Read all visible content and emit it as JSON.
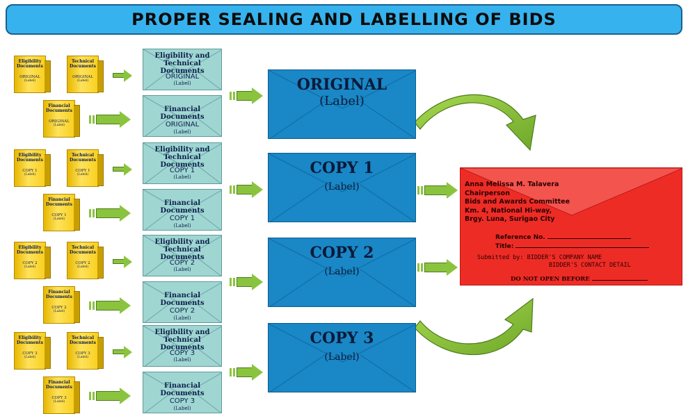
{
  "banner": {
    "title": "PROPER SEALING AND LABELLING OF BIDS"
  },
  "colors": {
    "banner": "#36b3ee",
    "folder": "#f8cf1f",
    "light_envelope": "#9fd6d2",
    "big_envelope": "#1a87c6",
    "arrow": "#8ac43e",
    "red_folder": "#ee2c26"
  },
  "groups": [
    {
      "folders": [
        {
          "title": "Eligibility Documents",
          "sub": "ORIGINAL",
          "label": "(Label)"
        },
        {
          "title": "Technical Documents",
          "sub": "ORIGINAL",
          "label": "(Label)"
        },
        {
          "title": "Financial Documents",
          "sub": "ORIGINAL",
          "label": "(Label)"
        }
      ],
      "envelopes": [
        {
          "title": "Eligibility and Technical Documents",
          "sub": "ORIGINAL",
          "label": "(Label)"
        },
        {
          "title": "Financial Documents",
          "sub": "ORIGINAL",
          "label": "(Label)"
        }
      ],
      "big": {
        "title": "ORIGINAL",
        "label": "(Label)"
      }
    },
    {
      "folders": [
        {
          "title": "Eligibility Documents",
          "sub": "COPY 1",
          "label": "(Label)"
        },
        {
          "title": "Technical Documents",
          "sub": "COPY 1",
          "label": "(Label)"
        },
        {
          "title": "Financial Documents",
          "sub": "COPY 1",
          "label": "(Label)"
        }
      ],
      "envelopes": [
        {
          "title": "Eligibility and Technical Documents",
          "sub": "COPY 1",
          "label": "(Label)"
        },
        {
          "title": "Financial Documents",
          "sub": "COPY 1",
          "label": "(Label)"
        }
      ],
      "big": {
        "title": "COPY 1",
        "label": "(Label)"
      }
    },
    {
      "folders": [
        {
          "title": "Eligibility Documents",
          "sub": "COPY 2",
          "label": "(Label)"
        },
        {
          "title": "Technical Documents",
          "sub": "COPY 2",
          "label": "(Label)"
        },
        {
          "title": "Financial Documents",
          "sub": "COPY 2",
          "label": "(Label)"
        }
      ],
      "envelopes": [
        {
          "title": "Eligibility and Technical Documents",
          "sub": "COPY 2",
          "label": "(Label)"
        },
        {
          "title": "Financial Documents",
          "sub": "COPY 2",
          "label": "(Label)"
        }
      ],
      "big": {
        "title": "COPY 2",
        "label": "(Label)"
      }
    },
    {
      "folders": [
        {
          "title": "Eligibility Documents",
          "sub": "COPY 3",
          "label": "(Label)"
        },
        {
          "title": "Technical Documents",
          "sub": "COPY 3",
          "label": "(Label)"
        },
        {
          "title": "Financial Documents",
          "sub": "COPY 3",
          "label": "(Label)"
        }
      ],
      "envelopes": [
        {
          "title": "Eligibility and Technical Documents",
          "sub": "COPY 3",
          "label": "(Label)"
        },
        {
          "title": "Financial Documents",
          "sub": "COPY 3",
          "label": "(Label)"
        }
      ],
      "big": {
        "title": "COPY 3",
        "label": "(Label)"
      }
    }
  ],
  "red_folder": {
    "name": "Anna Melissa M. Talavera",
    "position": "Chairperson",
    "office": "Bids and Awards Committee",
    "address1": "Km. 4, National Hi-way,",
    "address2": "Brgy. Luna, Surigao City",
    "reference_label": "Reference No.",
    "title_label": "Title:",
    "submitted_by": "Submitted by: BIDDER'S COMPANY NAME",
    "contact": "BIDDER'S CONTACT DETAIL",
    "do_not_open": "DO NOT OPEN BEFORE"
  }
}
